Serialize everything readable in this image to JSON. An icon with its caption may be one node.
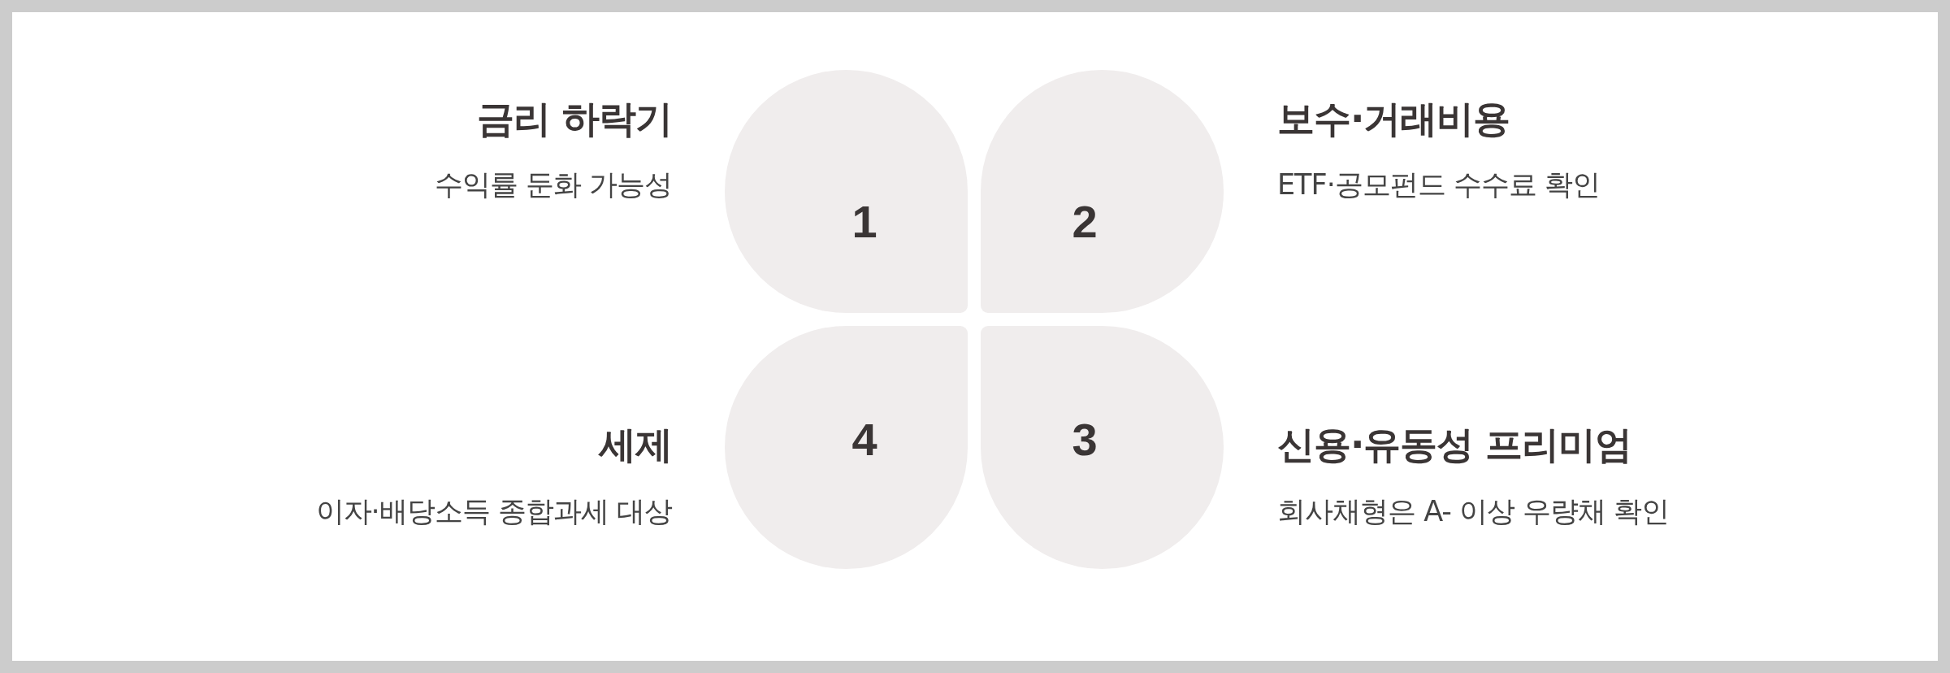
{
  "diagram": {
    "nodes": [
      {
        "text": [
          "1"
        ],
        "beside": [
          "금리 하락기",
          "수익률 둔화 가능성"
        ]
      },
      {
        "text": [
          "2"
        ],
        "beside": [
          "보수·거래비용",
          "ETF·공모펀드 수수료 확인"
        ]
      },
      {
        "text": [
          "4"
        ],
        "beside": [
          "세제",
          "이자·배당소득 종합과세 대상"
        ]
      },
      {
        "text": [
          "3"
        ],
        "beside": [
          "신용·유동성 프리미엄",
          "회사채형은 A- 이상 우량채 확인"
        ]
      }
    ]
  }
}
